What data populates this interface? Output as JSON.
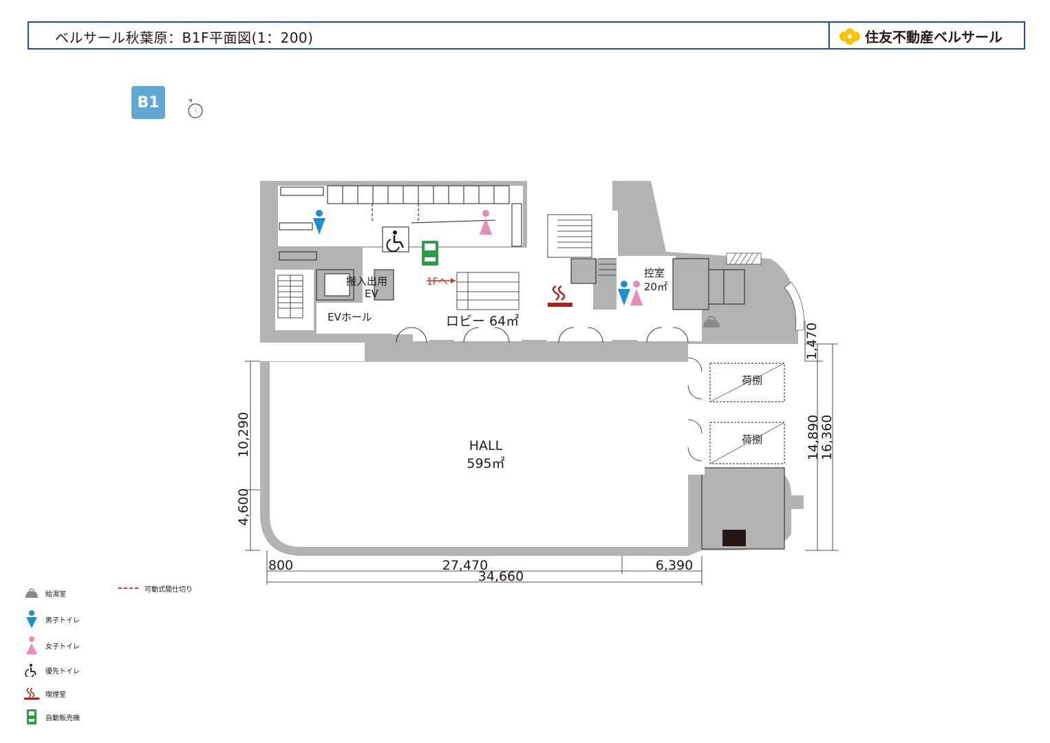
{
  "header": {
    "title": "ベルサール秋葉原：B1F平面図(1：200)",
    "brand": "住友不動産ベルサール"
  },
  "floor_badge": "B1",
  "compass_label": "N",
  "rooms": {
    "lobby": "ロビー 64㎡",
    "hall_name": "HALL",
    "hall_area": "595㎡",
    "ev_hall": "EVホール",
    "freight_ev_line1": "搬入出用",
    "freight_ev_line2": "EV",
    "to_1f": "1Fへ",
    "waiting_room_name": "控室",
    "waiting_room_area": "20㎡",
    "storage_1": "荷捌",
    "storage_2": "荷捌"
  },
  "dimensions": {
    "left_upper": "10,290",
    "left_lower": "4,600",
    "bottom_left": "800",
    "bottom_mid": "27,470",
    "bottom_right": "6,390",
    "bottom_total": "34,660",
    "right_top": "1,470",
    "right_mid": "14,890",
    "right_total": "16,360"
  },
  "legend": {
    "kitchen": "給湯室",
    "partition": "可動式間仕切り",
    "mens": "男子トイレ",
    "womens": "女子トイレ",
    "accessible": "優先トイレ",
    "smoking": "喫煙室",
    "vending": "自動販売機"
  },
  "colors": {
    "wall": "#b3b3b3",
    "wall_dark": "#9a9a9a",
    "header_border": "#1f4e8c",
    "badge": "#5fa8d3",
    "mens": "#1b8fd2",
    "womens": "#e78ab8",
    "partition": "#c0392b",
    "vending": "#2e9b48",
    "smoking": "#a3241c",
    "brand_logo": "#f5c400"
  }
}
